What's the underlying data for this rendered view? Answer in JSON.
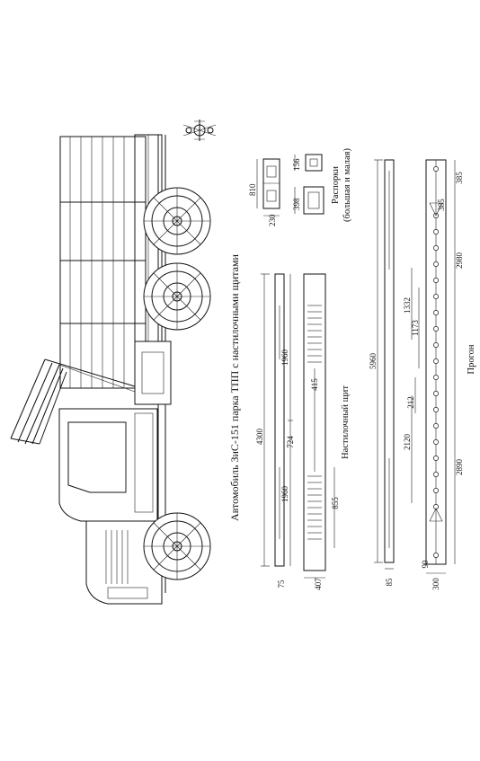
{
  "title": "Автомобиль ЗиС-151 парка ТПП с настилочными щитами",
  "parts": {
    "spacers": {
      "label": "Распорки",
      "sublabel": "(большая и малая)",
      "dims": [
        "810",
        "230",
        "156",
        "398"
      ]
    },
    "deck_panel": {
      "label": "Настилочный щит",
      "dims": [
        "4300",
        "1960",
        "1960",
        "724",
        "855",
        "415",
        "407",
        "75"
      ]
    },
    "girder": {
      "label": "Прогон",
      "dims": [
        "5960",
        "385",
        "385",
        "2980",
        "1332",
        "1173",
        "212",
        "2120",
        "2890",
        "90",
        "85",
        "300"
      ]
    }
  },
  "icons": [
    "emblem-icon"
  ]
}
